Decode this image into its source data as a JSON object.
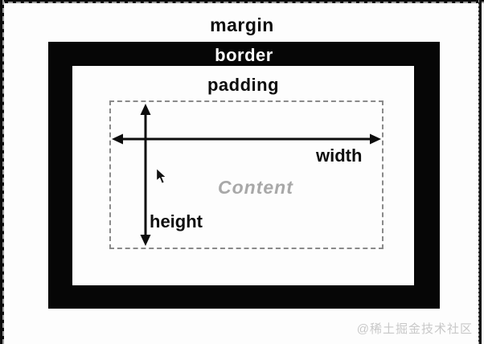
{
  "diagram": {
    "margin_label": "margin",
    "border_label": "border",
    "padding_label": "padding",
    "content_label": "Content",
    "width_label": "width",
    "height_label": "height"
  },
  "watermark": {
    "text": "@稀土掘金技术社区"
  },
  "colors": {
    "frame_edge_black": "#0b0b0b",
    "border_box_black": "#060606",
    "slide_white": "#fdfdfd",
    "dashed_border_gray": "#8a8a8a",
    "content_text_gray": "#a8a8a8",
    "watermark_gray": "#c8c8c8",
    "label_black": "#0d0d0d",
    "border_label_white": "#ffffff"
  }
}
